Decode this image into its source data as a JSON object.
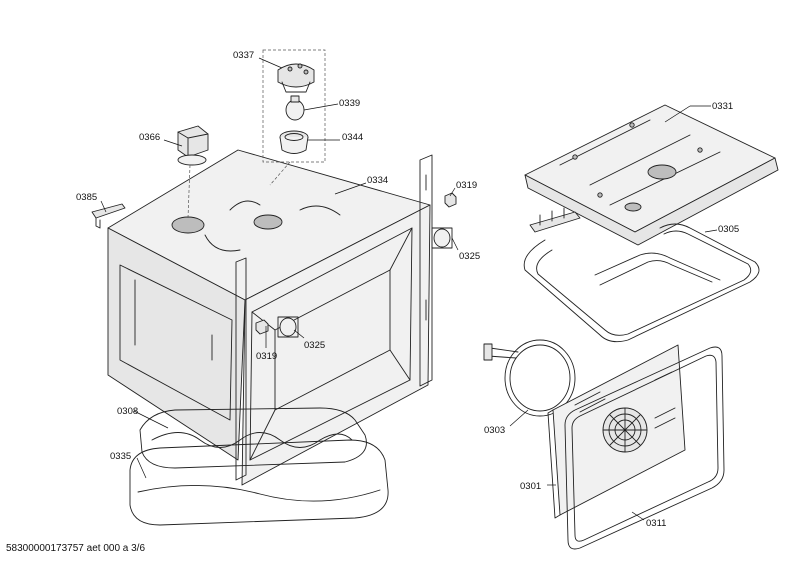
{
  "callouts": {
    "c0337": "0337",
    "c0339": "0339",
    "c0344": "0344",
    "c0366": "0366",
    "c0385": "0385",
    "c0334": "0334",
    "c0319a": "0319",
    "c0325a": "0325",
    "c0319b": "0319",
    "c0325b": "0325",
    "c0331": "0331",
    "c0305": "0305",
    "c0303": "0303",
    "c0308": "0308",
    "c0335": "0335",
    "c0301": "0301",
    "c0311": "0311"
  },
  "footer": {
    "drawing_id": "58300000173757 aet 000 a 3/6"
  }
}
